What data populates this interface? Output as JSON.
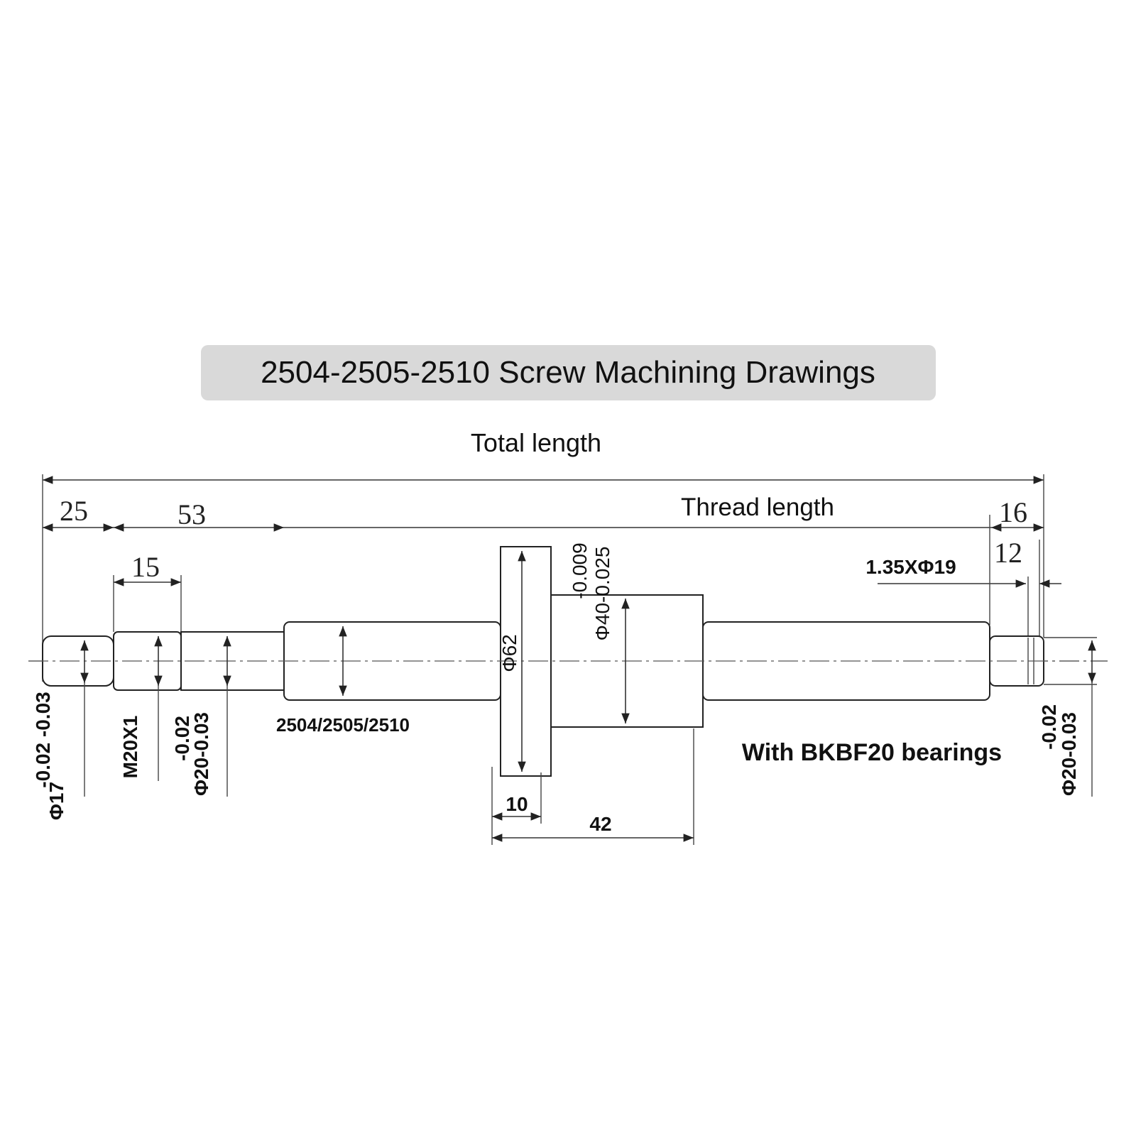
{
  "title": "2504-2505-2510  Screw Machining Drawings",
  "labels": {
    "total_length": "Total length",
    "thread_length": "Thread length",
    "model": "2504/2505/2510",
    "bearings": "With BKBF20 bearings",
    "groove": "1.35XΦ19",
    "m20": "M20X1"
  },
  "dims": {
    "d25": "25",
    "d53": "53",
    "d15": "15",
    "d16": "16",
    "d12": "12",
    "d10": "10",
    "d42": "42",
    "phi62": "Φ62"
  },
  "tolerances": {
    "phi17": "Φ17",
    "phi17_tol": "-0.02 -0.03",
    "phi20_left": "Φ20-0.03",
    "phi20_left_tol": "-0.02",
    "phi40": "Φ40-0.025",
    "phi40_tol": "-0.009",
    "phi20_right": "Φ20-0.03",
    "phi20_right_tol": "-0.02"
  }
}
